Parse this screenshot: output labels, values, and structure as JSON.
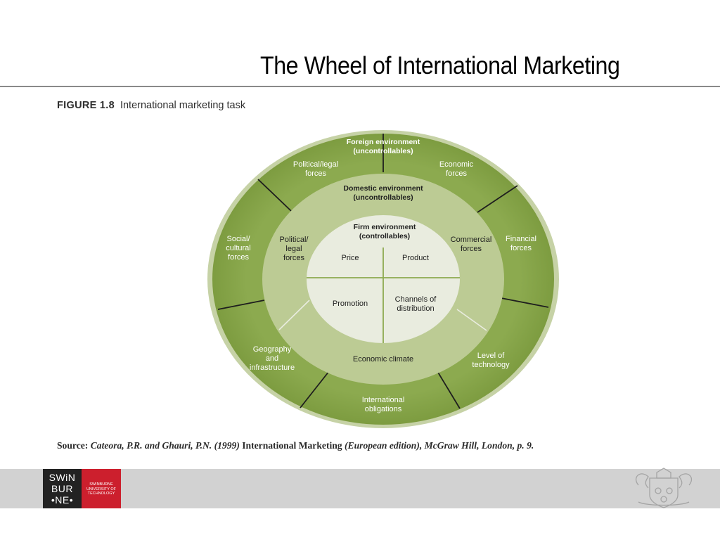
{
  "slide": {
    "title": "The Wheel of International Marketing"
  },
  "figure": {
    "number": "FIGURE 1.8",
    "caption": "International marketing task"
  },
  "wheel": {
    "foreign": {
      "heading": [
        "Foreign environment",
        "(uncontrollables)"
      ],
      "forces": [
        [
          "Political/legal",
          "forces"
        ],
        [
          "Economic",
          "forces"
        ],
        [
          "Social/",
          "cultural",
          "forces"
        ],
        [
          "Financial",
          "forces"
        ],
        [
          "Geography",
          "and",
          "infrastructure"
        ],
        [
          "Level of",
          "technology"
        ],
        [
          "International",
          "obligations"
        ]
      ]
    },
    "domestic": {
      "heading": [
        "Domestic environment",
        "(uncontrollables)"
      ],
      "forces": [
        [
          "Political/",
          "legal",
          "forces"
        ],
        [
          "Commercial",
          "forces"
        ],
        [
          "Economic climate"
        ]
      ]
    },
    "firm": {
      "heading": [
        "Firm environment",
        "(controllables)"
      ],
      "items": [
        [
          "Price"
        ],
        [
          "Product"
        ],
        [
          "Promotion"
        ],
        [
          "Channels of",
          "distribution"
        ]
      ]
    }
  },
  "source": {
    "label": "Source:",
    "authors": "Cateora, P.R. and Ghauri, P.N. (1999)",
    "book": "International Marketing",
    "details": "(European edition), McGraw Hill, London, p. 9."
  },
  "footer": {
    "logo_lines": [
      "SWiN",
      "BUR",
      "•NE•"
    ],
    "logo_sub": [
      "SWINBURNE",
      "UNIVERSITY OF",
      "TECHNOLOGY"
    ]
  },
  "colors": {
    "outer_ring": "#8caa4f",
    "middle_ring": "#bccb94",
    "inner_disc": "#e9ecdf",
    "divider": "#1e1e1e",
    "logo_red": "#cc1f2d"
  }
}
